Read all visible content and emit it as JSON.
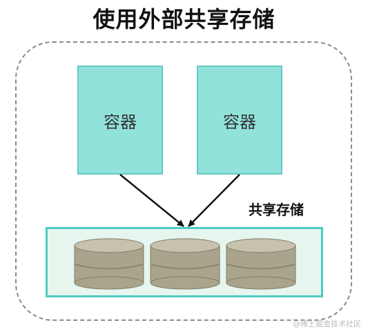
{
  "title": "使用外部共享存储",
  "containers": [
    {
      "label": "容器"
    },
    {
      "label": "容器"
    }
  ],
  "storage": {
    "label": "共享存储",
    "disk_count": 3
  },
  "colors": {
    "container_fill": "#92e2dc",
    "container_border": "#63c9c1",
    "storage_fill": "#e6f6ef",
    "storage_border": "#4bcdc1",
    "disk_fill": "#a9a48b",
    "disk_top": "#c6c2ae",
    "arrow": "#111111"
  },
  "watermark": "@稀土掘金技术社区"
}
